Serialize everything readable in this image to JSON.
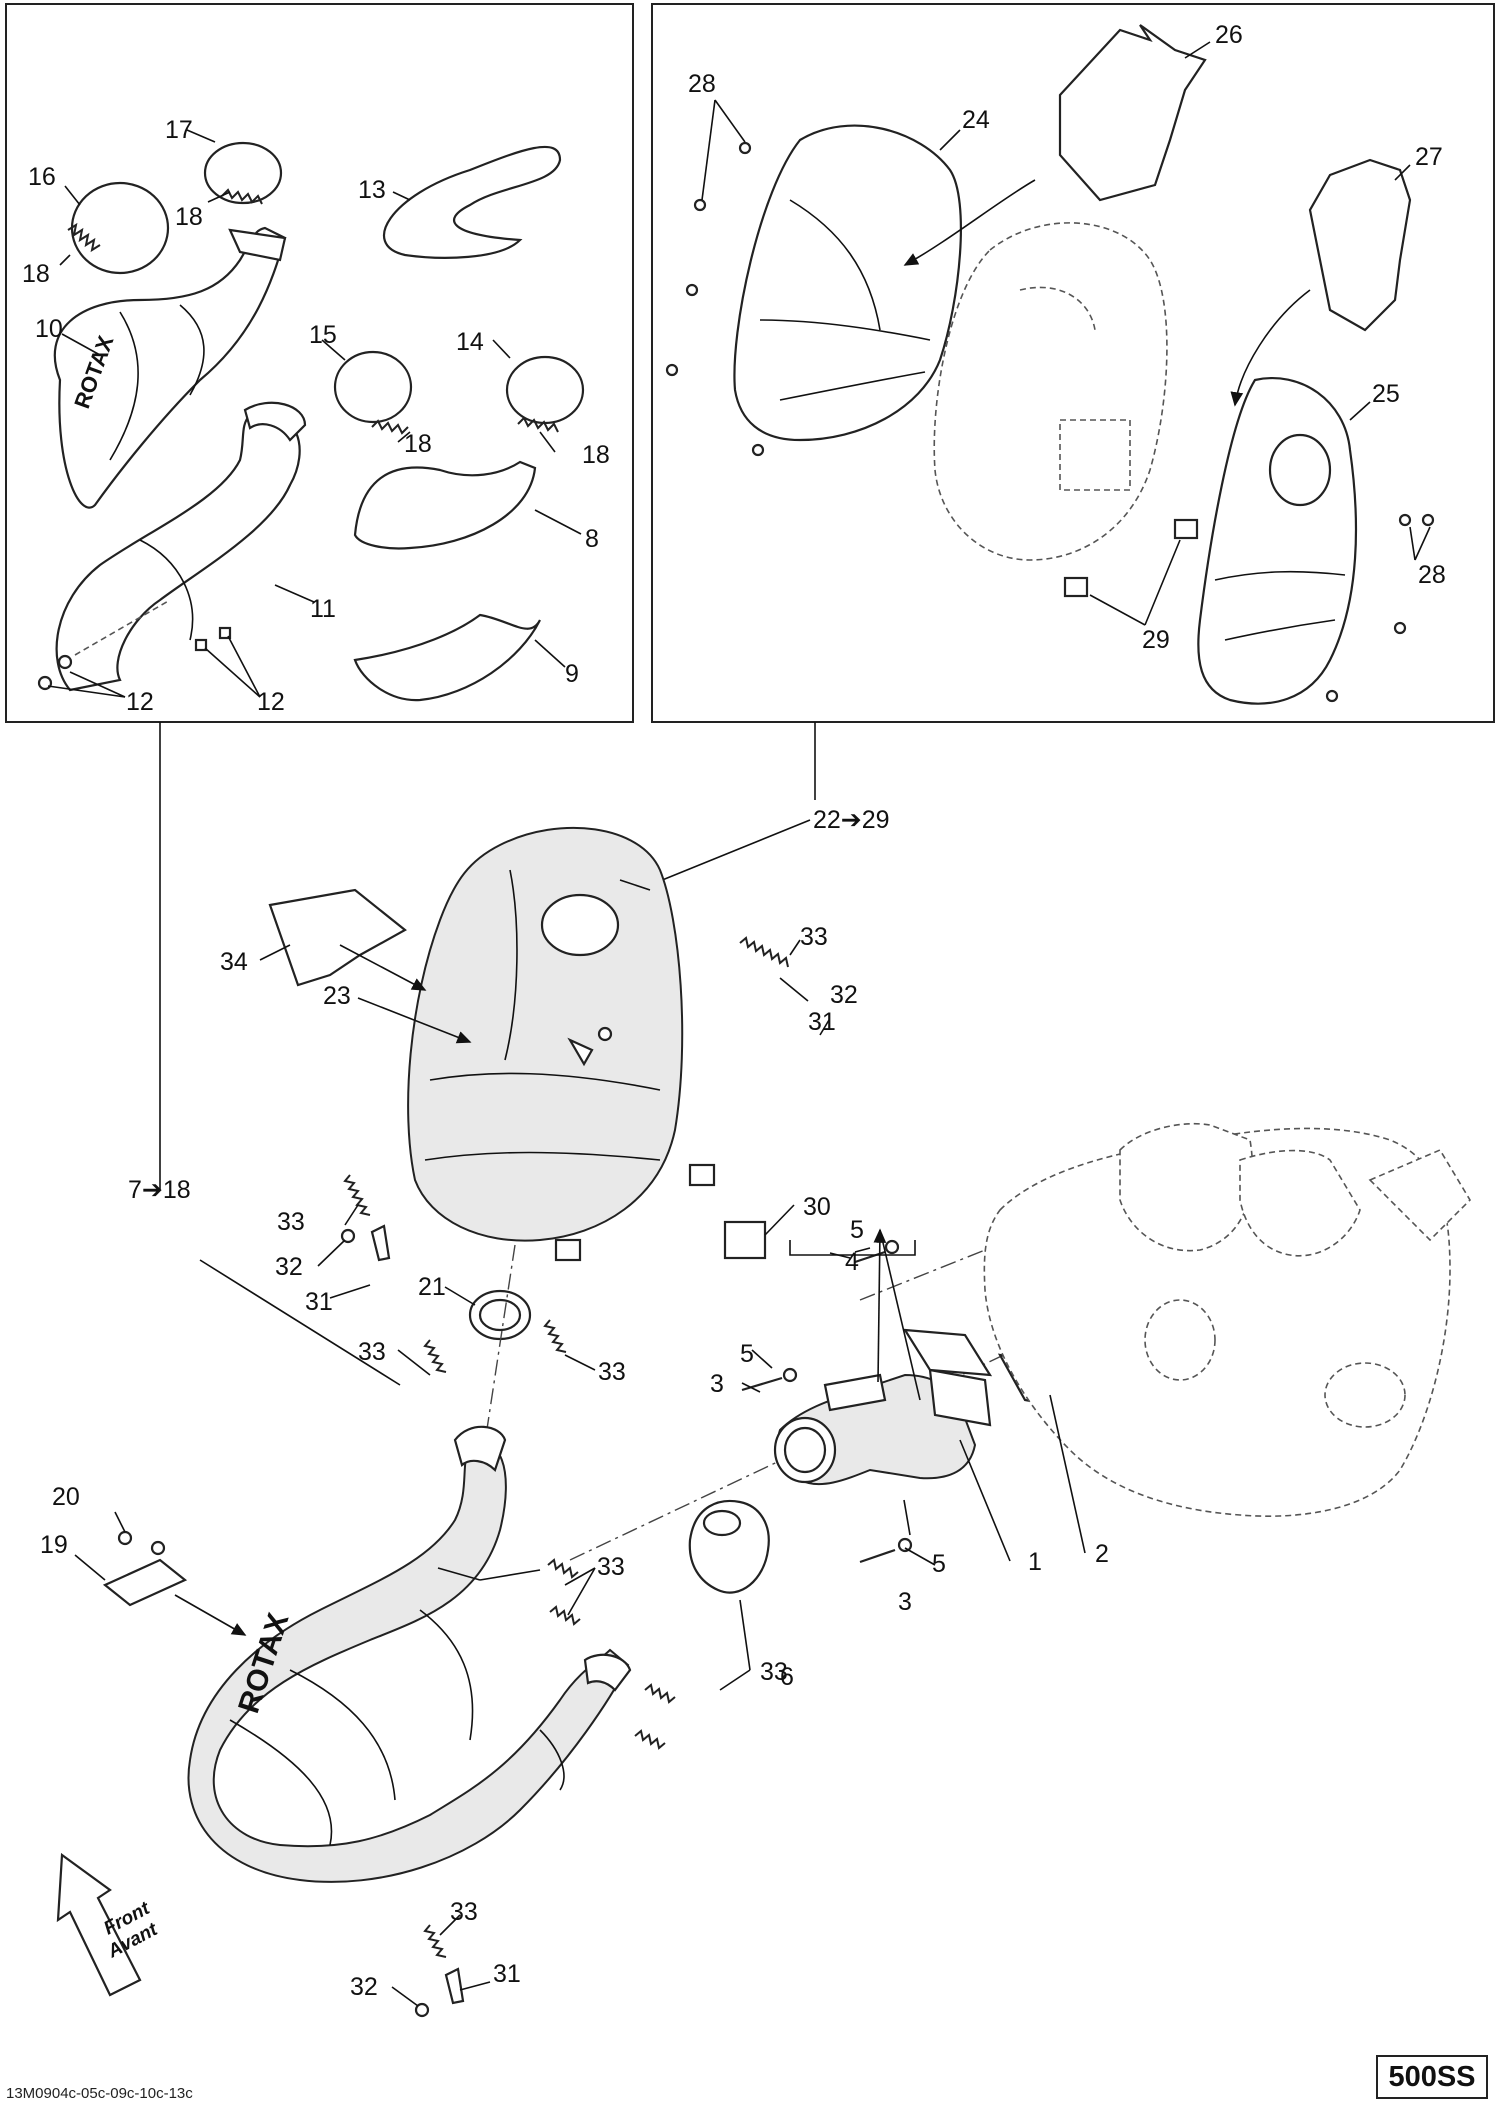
{
  "model_code": "500SS",
  "drawing_number": "13M0904c-05c-09c-10c-13c",
  "front_indicator": {
    "line1": "Front",
    "line2": "Avant"
  },
  "range_labels": {
    "detail_left": "7➔18",
    "detail_right": "22➔29"
  },
  "brand_text": "ROTAX",
  "callouts": {
    "c1": "1",
    "c2": "2",
    "c3a": "3",
    "c3b": "3",
    "c4": "4",
    "c5a": "5",
    "c5b": "5",
    "c5c": "5",
    "c6": "6",
    "c8": "8",
    "c9": "9",
    "c10": "10",
    "c11": "11",
    "c12a": "12",
    "c12b": "12",
    "c13": "13",
    "c14": "14",
    "c15": "15",
    "c16": "16",
    "c17": "17",
    "c18a": "18",
    "c18b": "18",
    "c18c": "18",
    "c18d": "18",
    "c19": "19",
    "c20": "20",
    "c21": "21",
    "c23": "23",
    "c24": "24",
    "c25": "25",
    "c26": "26",
    "c27": "27",
    "c28a": "28",
    "c28b": "28",
    "c29": "29",
    "c30": "30",
    "c31a": "31",
    "c31b": "31",
    "c31c": "31",
    "c32a": "32",
    "c32b": "32",
    "c32c": "32",
    "c33a": "33",
    "c33b": "33",
    "c33c": "33",
    "c33d": "33",
    "c33e": "33",
    "c33f": "33",
    "c33g": "33",
    "c34": "34"
  }
}
